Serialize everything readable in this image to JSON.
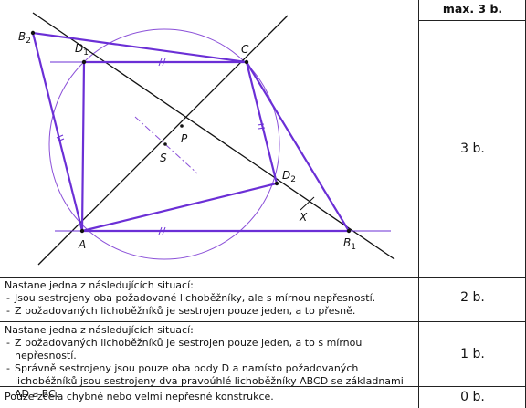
{
  "header": {
    "max_label": "max. 3 b."
  },
  "figure": {
    "labels": {
      "A": "A",
      "B1": "B",
      "B1_sub": "1",
      "B2": "B",
      "B2_sub": "2",
      "C": "C",
      "D1": "D",
      "D1_sub": "1",
      "D2": "D",
      "D2_sub": "2",
      "P": "P",
      "S": "S",
      "X": "X"
    },
    "colors": {
      "construction": "#6b2fd6",
      "lines": "#111111",
      "axis": "#8a4fd8"
    }
  },
  "rows": [
    {
      "points": "3 b."
    },
    {
      "intro": "Nastane jedna z následujících situací:",
      "items": [
        "Jsou sestrojeny oba požadované lichoběžníky, ale s mírnou nepřesností.",
        "Z požadovaných lichoběžníků je sestrojen pouze jeden, a to přesně."
      ],
      "points": "2 b."
    },
    {
      "intro": "Nastane jedna z následujících situací:",
      "items": [
        "Z požadovaných lichoběžníků je sestrojen pouze jeden, a to s mírnou nepřesností.",
        "Správně sestrojeny jsou pouze oba body D a namísto požadovaných lichoběžníků jsou sestrojeny dva pravoúhlé lichoběžníky ABCD se základnami AD a BC."
      ],
      "points": "1 b."
    },
    {
      "text": "Pouze zcela chybné nebo velmi nepřesné konstrukce.",
      "points": "0 b."
    }
  ]
}
